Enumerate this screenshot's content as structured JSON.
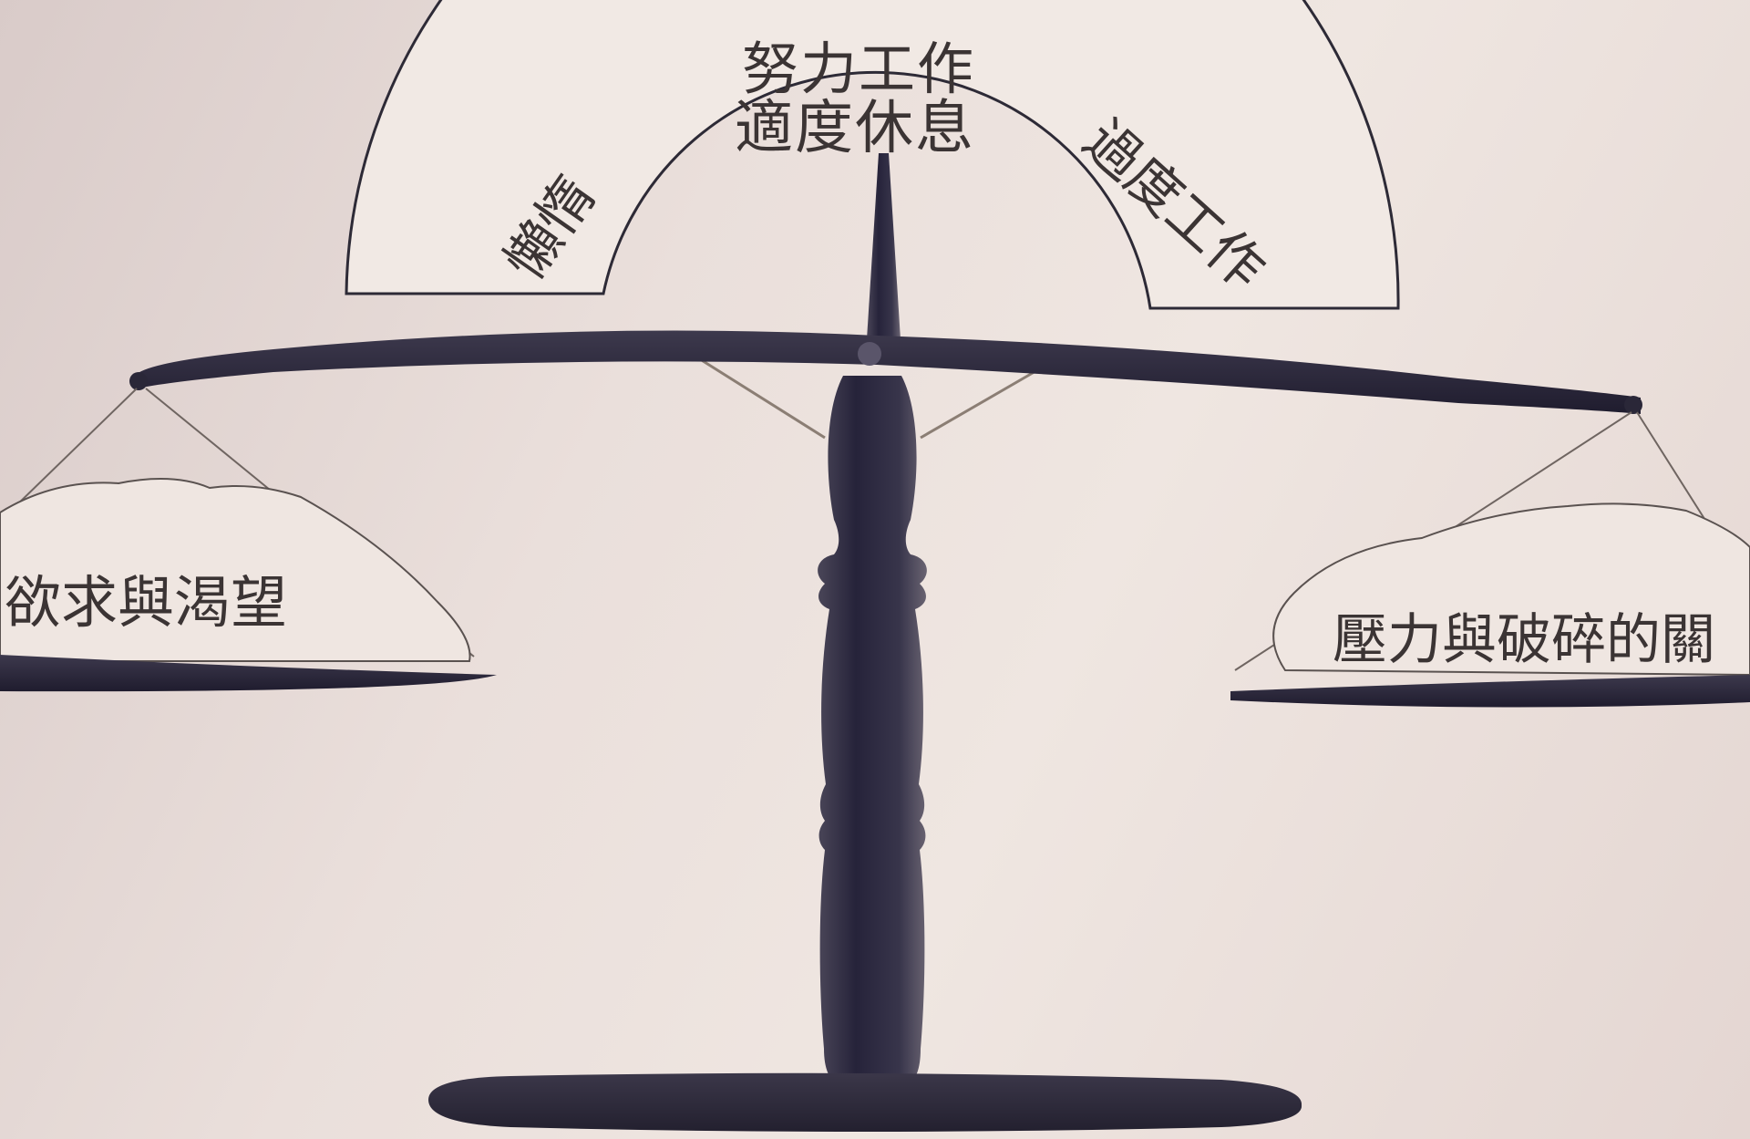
{
  "diagram": {
    "arc": {
      "center_top": "努力工作",
      "center_bottom": "適度休息",
      "left_side": "懶惰",
      "right_side": "過度工作"
    },
    "left_pan": {
      "label": "欲求與渴望"
    },
    "right_pan": {
      "label": "壓力與破碎的關"
    }
  },
  "colors": {
    "paper": "#e9ddd8",
    "ink": "#2b2838",
    "text": "#3b3434"
  }
}
